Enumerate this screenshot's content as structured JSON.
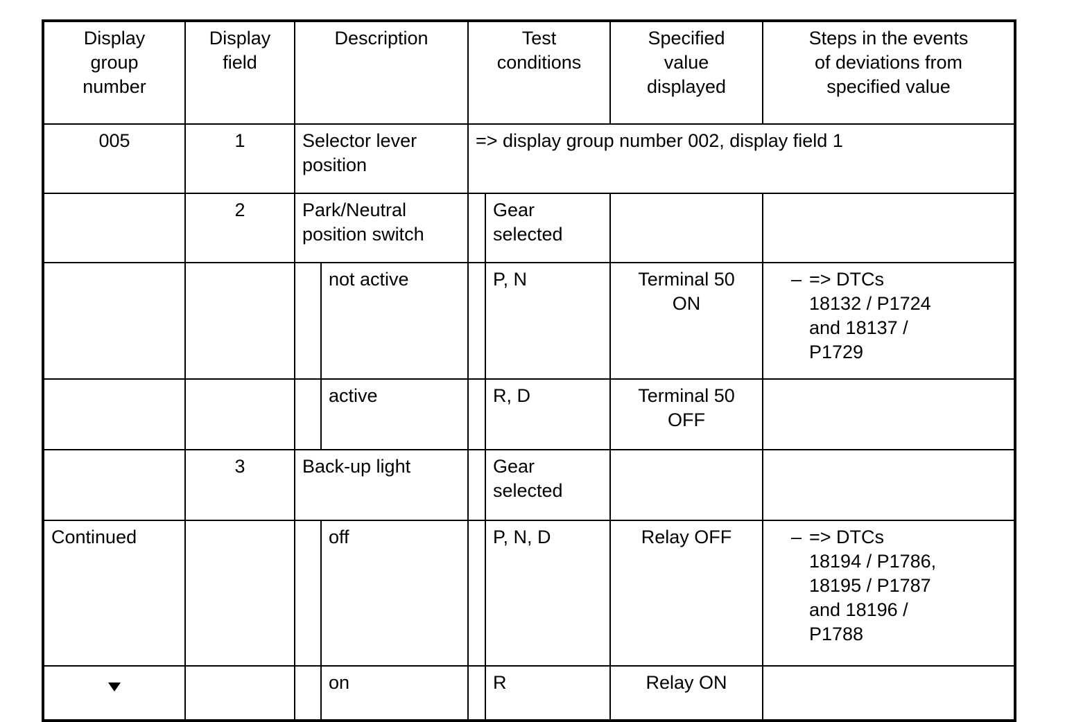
{
  "table": {
    "headers": [
      "Display group number",
      "Display field",
      "Description",
      "Test conditions",
      "Specified value displayed",
      "Steps in the events of deviations from specified value"
    ],
    "header_lines": {
      "group": [
        "Display",
        "group",
        "number"
      ],
      "field": [
        "Display",
        "field"
      ],
      "description": [
        "Description"
      ],
      "test": [
        "Test",
        "conditions"
      ],
      "specified": [
        "Specified",
        "value",
        "displayed"
      ],
      "steps": [
        "Steps in the events",
        "of deviations from",
        "specified value"
      ]
    },
    "rows": [
      {
        "id": "row-005",
        "group": "005",
        "field": "1",
        "description": "Selector lever position",
        "spanned_note": "=> display group number 002, display field 1",
        "test": "",
        "specified": "",
        "steps": []
      },
      {
        "id": "row-pn-switch",
        "group": "",
        "field": "2",
        "description": "Park/Neutral position switch",
        "test": "Gear selected",
        "specified": "",
        "steps": []
      },
      {
        "id": "row-not-active",
        "group": "",
        "field": "",
        "description": "not active",
        "indented": true,
        "test": "P, N",
        "specified": "Terminal 50 ON",
        "steps": [
          "=> DTCs 18132 / P1724 and 18137 / P1729"
        ]
      },
      {
        "id": "row-active",
        "group": "",
        "field": "",
        "description": "active",
        "indented": true,
        "test": "R, D",
        "specified": "Terminal 50 OFF",
        "steps": []
      },
      {
        "id": "row-backup-light",
        "group": "",
        "field": "3",
        "description": "Back-up light",
        "test": "Gear selected",
        "specified": "",
        "steps": []
      },
      {
        "id": "row-off",
        "group": "Continued",
        "field": "",
        "description": "off",
        "indented": true,
        "test": "P, N, D",
        "specified": "Relay OFF",
        "steps": [
          "=> DTCs 18194 / P1786, 18195 / P1787 and 18196 / P1788"
        ]
      },
      {
        "id": "row-on",
        "group": "",
        "group_marker": "down-triangle",
        "field": "",
        "description": "on",
        "indented": true,
        "test": "R",
        "specified": "Relay ON",
        "steps": []
      }
    ]
  },
  "cells": {
    "r1_group": "005",
    "r1_field": "1",
    "r1_desc_l1": "Selector lever",
    "r1_desc_l2": "position",
    "r1_note": "=> display group number 002, display field 1",
    "r2_field": "2",
    "r2_desc_l1": "Park/Neutral",
    "r2_desc_l2": "position switch",
    "r2_test_l1": "Gear",
    "r2_test_l2": "selected",
    "r3_desc": "not active",
    "r3_test": "P, N",
    "r3_spec_l1": "Terminal 50",
    "r3_spec_l2": "ON",
    "r3_steps_dash": "–",
    "r3_steps_l1": "=> DTCs",
    "r3_steps_l2": "18132 / P1724",
    "r3_steps_l3": "and 18137 /",
    "r3_steps_l4": "P1729",
    "r4_desc": "active",
    "r4_test": "R, D",
    "r4_spec_l1": "Terminal 50",
    "r4_spec_l2": "OFF",
    "r5_field": "3",
    "r5_desc": "Back-up light",
    "r5_test_l1": "Gear",
    "r5_test_l2": "selected",
    "r6_group": "Continued",
    "r6_desc": "off",
    "r6_test": "P, N, D",
    "r6_spec": "Relay OFF",
    "r6_steps_dash": "–",
    "r6_steps_l1": "=> DTCs",
    "r6_steps_l2": "18194 / P1786,",
    "r6_steps_l3": "18195 / P1787",
    "r6_steps_l4": "and 18196 /",
    "r6_steps_l5": "P1788",
    "r7_desc": "on",
    "r7_test": "R",
    "r7_spec": "Relay ON"
  },
  "colors": {
    "border": "#000000",
    "background": "#ffffff",
    "text": "#000000"
  }
}
